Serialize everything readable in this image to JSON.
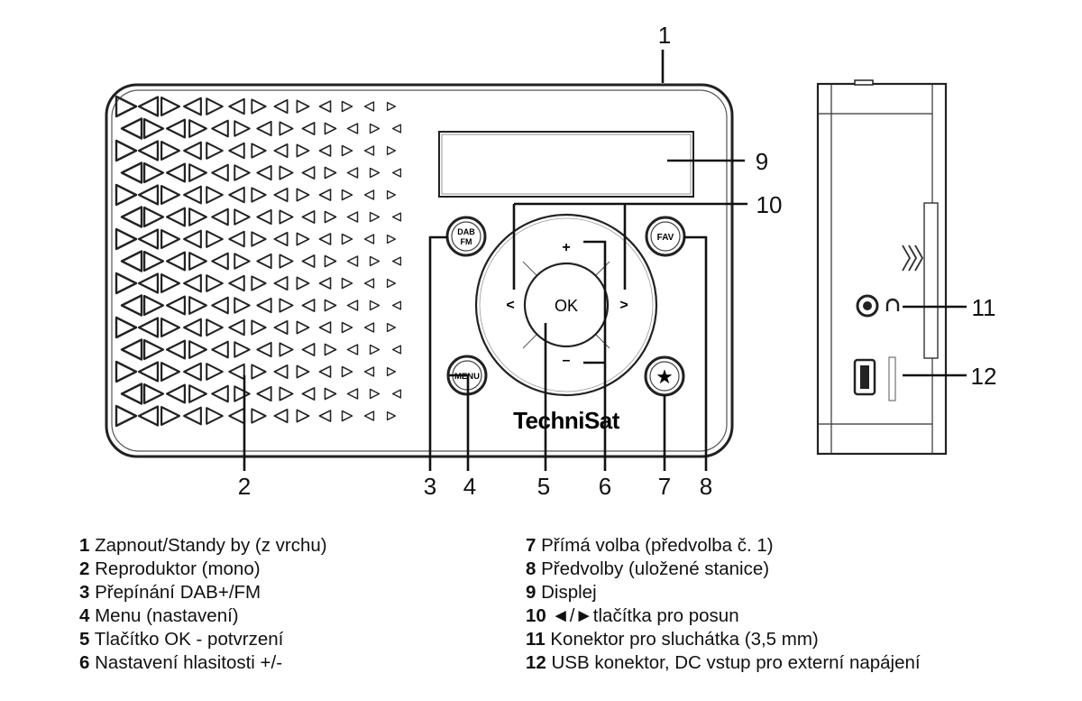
{
  "device": {
    "brand": "TechniSat",
    "buttons": {
      "dab_fm": [
        "DAB",
        "FM"
      ],
      "fav": "FAV",
      "menu": "MENU",
      "ok": "OK",
      "plus": "+",
      "minus": "–",
      "left": "<",
      "right": ">",
      "star": "★"
    }
  },
  "callouts": [
    "1",
    "2",
    "3",
    "4",
    "5",
    "6",
    "7",
    "8",
    "9",
    "10",
    "11",
    "12"
  ],
  "legend": {
    "left": [
      {
        "num": "1",
        "text": "Zapnout/Standy by (z vrchu)"
      },
      {
        "num": "2",
        "text": "Reproduktor (mono)"
      },
      {
        "num": "3",
        "text": "Přepínání DAB+/FM"
      },
      {
        "num": "4",
        "text": "Menu (nastavení)"
      },
      {
        "num": "5",
        "text": "Tlačítko OK - potvrzení"
      },
      {
        "num": "6",
        "text": "Nastavení hlasitosti +/-"
      }
    ],
    "right": [
      {
        "num": "7",
        "text": "Přímá volba (předvolba č. 1)"
      },
      {
        "num": "8",
        "text": "Předvolby (uložené stanice)"
      },
      {
        "num": "9",
        "text": "Displej"
      },
      {
        "num": "10",
        "text": "◄/►tlačítka pro posun"
      },
      {
        "num": "11",
        "text": "Konektor pro sluchátka (3,5 mm)"
      },
      {
        "num": "12",
        "text": "USB konektor, DC vstup pro externí napájení"
      }
    ]
  }
}
